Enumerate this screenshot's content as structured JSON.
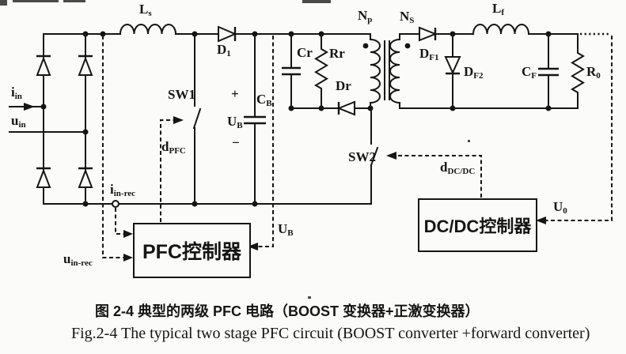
{
  "figure": {
    "type": "circuit-schematic",
    "topic": "Two stage PFC: BOOST converter followed by forward converter with PFC and DC/DC controllers"
  },
  "colors": {
    "ink": "#151515",
    "paper": "#fbfbf9"
  },
  "labels": {
    "i_in": {
      "main": "i",
      "sub": "in"
    },
    "u_in": {
      "main": "u",
      "sub": "in"
    },
    "L_s": {
      "main": "L",
      "sub": "s"
    },
    "SW1": {
      "main": "SW1"
    },
    "D_1": {
      "main": "D",
      "sub": "1"
    },
    "d_PFC": {
      "main": "d",
      "sub": "PFC"
    },
    "plus": {
      "main": "+"
    },
    "minus": {
      "main": "−"
    },
    "U_B_cap": {
      "main": "U",
      "sub": "B"
    },
    "C_B": {
      "main": "C",
      "sub": "B"
    },
    "Cr": {
      "main": "Cr"
    },
    "Rr": {
      "main": "Rr"
    },
    "Dr": {
      "main": "Dr"
    },
    "N_p": {
      "main": "N",
      "sub": "p"
    },
    "N_S": {
      "main": "N",
      "sub": "S"
    },
    "D_F1": {
      "main": "D",
      "sub": "F1"
    },
    "D_F2": {
      "main": "D",
      "sub": "F2"
    },
    "L_f": {
      "main": "L",
      "sub": "f"
    },
    "C_F": {
      "main": "C",
      "sub": "F"
    },
    "R_0": {
      "main": "R",
      "sub": "0"
    },
    "SW2": {
      "main": "SW2"
    },
    "d_DCDC": {
      "main": "d",
      "sub": "DC/DC"
    },
    "U_B_sense": {
      "main": "U",
      "sub": "B"
    },
    "i_in_rec": {
      "main": "i",
      "sub": "in-rec"
    },
    "u_in_rec": {
      "main": "u",
      "sub": "in-rec"
    },
    "U_0": {
      "main": "U",
      "sub": "0"
    }
  },
  "boxes": {
    "pfc": "PFC控制器",
    "dcdc": "DC/DC控制器"
  },
  "captions": {
    "zh": "图 2-4 典型的两级 PFC 电路（BOOST 变换器+正激变换器）",
    "en": "Fig.2-4 The typical two stage PFC circuit (BOOST converter +forward converter)"
  }
}
